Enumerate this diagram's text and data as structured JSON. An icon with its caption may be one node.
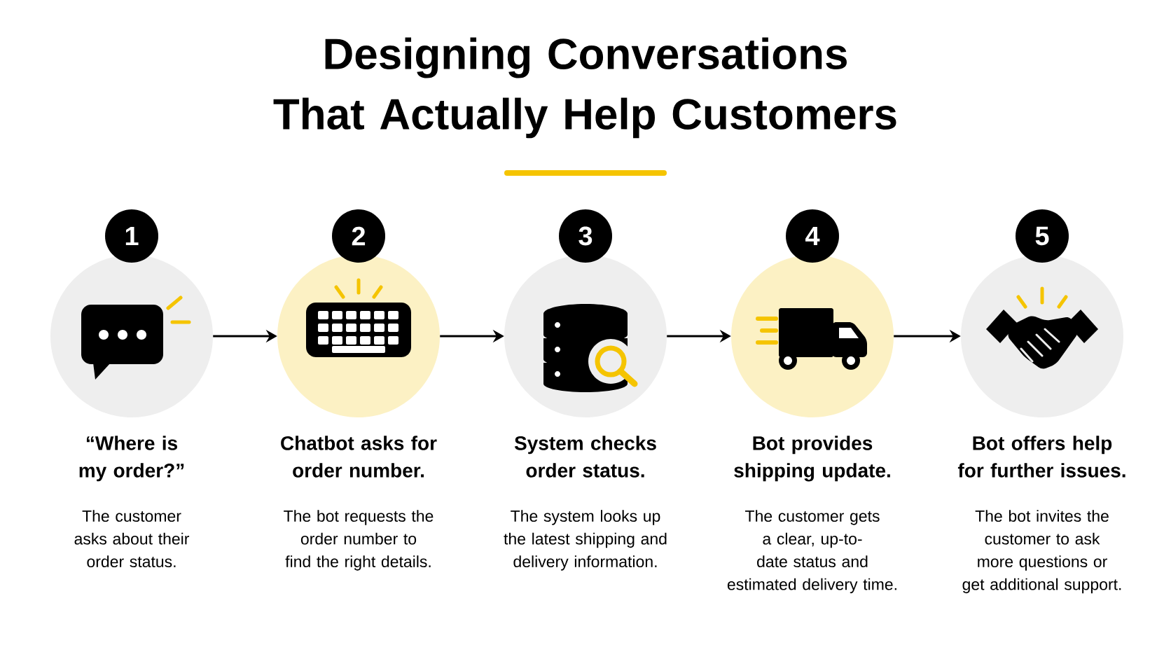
{
  "diagram": {
    "title": "Designing Conversations That Actually Help Customers",
    "nodes": [
      {
        "text": [
          "“Where is my order?”",
          "The customer asks about their order status."
        ],
        "beside": [
          "1"
        ]
      },
      {
        "text": [
          "Chatbot asks for order number.",
          "The bot requests the order number to find the right details."
        ],
        "beside": [
          "2"
        ]
      },
      {
        "text": [
          "System checks order status.",
          "The system looks up the latest shipping and delivery information."
        ],
        "beside": [
          "3"
        ]
      },
      {
        "text": [
          "Bot provides shipping update.",
          "The customer gets a clear, up-to-date status and estimated delivery time."
        ],
        "beside": [
          "4"
        ]
      },
      {
        "text": [
          "Bot offers help for further issues.",
          "The bot invites the customer to ask more questions or get additional support."
        ],
        "beside": [
          "5"
        ]
      }
    ],
    "edges": [
      {
        "from": 0,
        "to": 1,
        "arrow": "to"
      },
      {
        "from": 1,
        "to": 2,
        "arrow": "to"
      },
      {
        "from": 2,
        "to": 3,
        "arrow": "to"
      },
      {
        "from": 3,
        "to": 4,
        "arrow": "to"
      }
    ]
  }
}
